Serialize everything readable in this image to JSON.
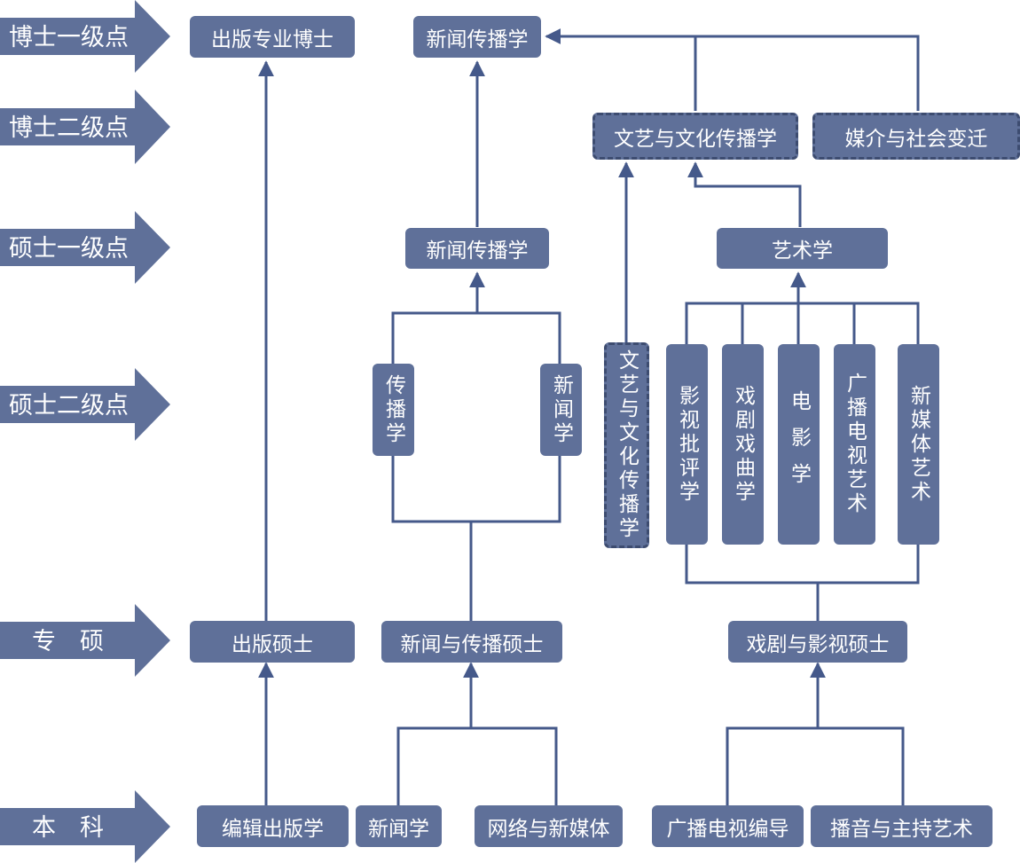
{
  "colors": {
    "node": "#5f7099",
    "line": "#45598a",
    "dashed_border": "#3d4c70",
    "text": "#ffffff"
  },
  "levels": [
    "博士一级点",
    "博士二级点",
    "硕士一级点",
    "硕士二级点",
    "专　硕",
    "本　科"
  ],
  "nodes": {
    "pub_phd": "出版专业博士",
    "jc_phd": "新闻传播学",
    "lit_culture_phd2": "文艺与文化传播学",
    "media_society_phd2": "媒介与社会变迁",
    "jc_master1": "新闻传播学",
    "art_master1": "艺术学",
    "comm_master2": "传播学",
    "journ_master2": "新闻学",
    "lit_culture_master2": "文艺与文化传播学",
    "film_critic": "影视批评学",
    "drama_opera": "戏剧戏曲学",
    "film_studies": "电影学",
    "radio_tv_art": "广播电视艺术",
    "new_media_art": "新媒体艺术",
    "pub_master": "出版硕士",
    "jc_master_prof": "新闻与传播硕士",
    "drama_film_master": "戏剧与影视硕士",
    "editing_pub": "编辑出版学",
    "journalism_ug": "新闻学",
    "network_media": "网络与新媒体",
    "radio_tv_direct": "广播电视编导",
    "broadcast_host": "播音与主持艺术"
  }
}
